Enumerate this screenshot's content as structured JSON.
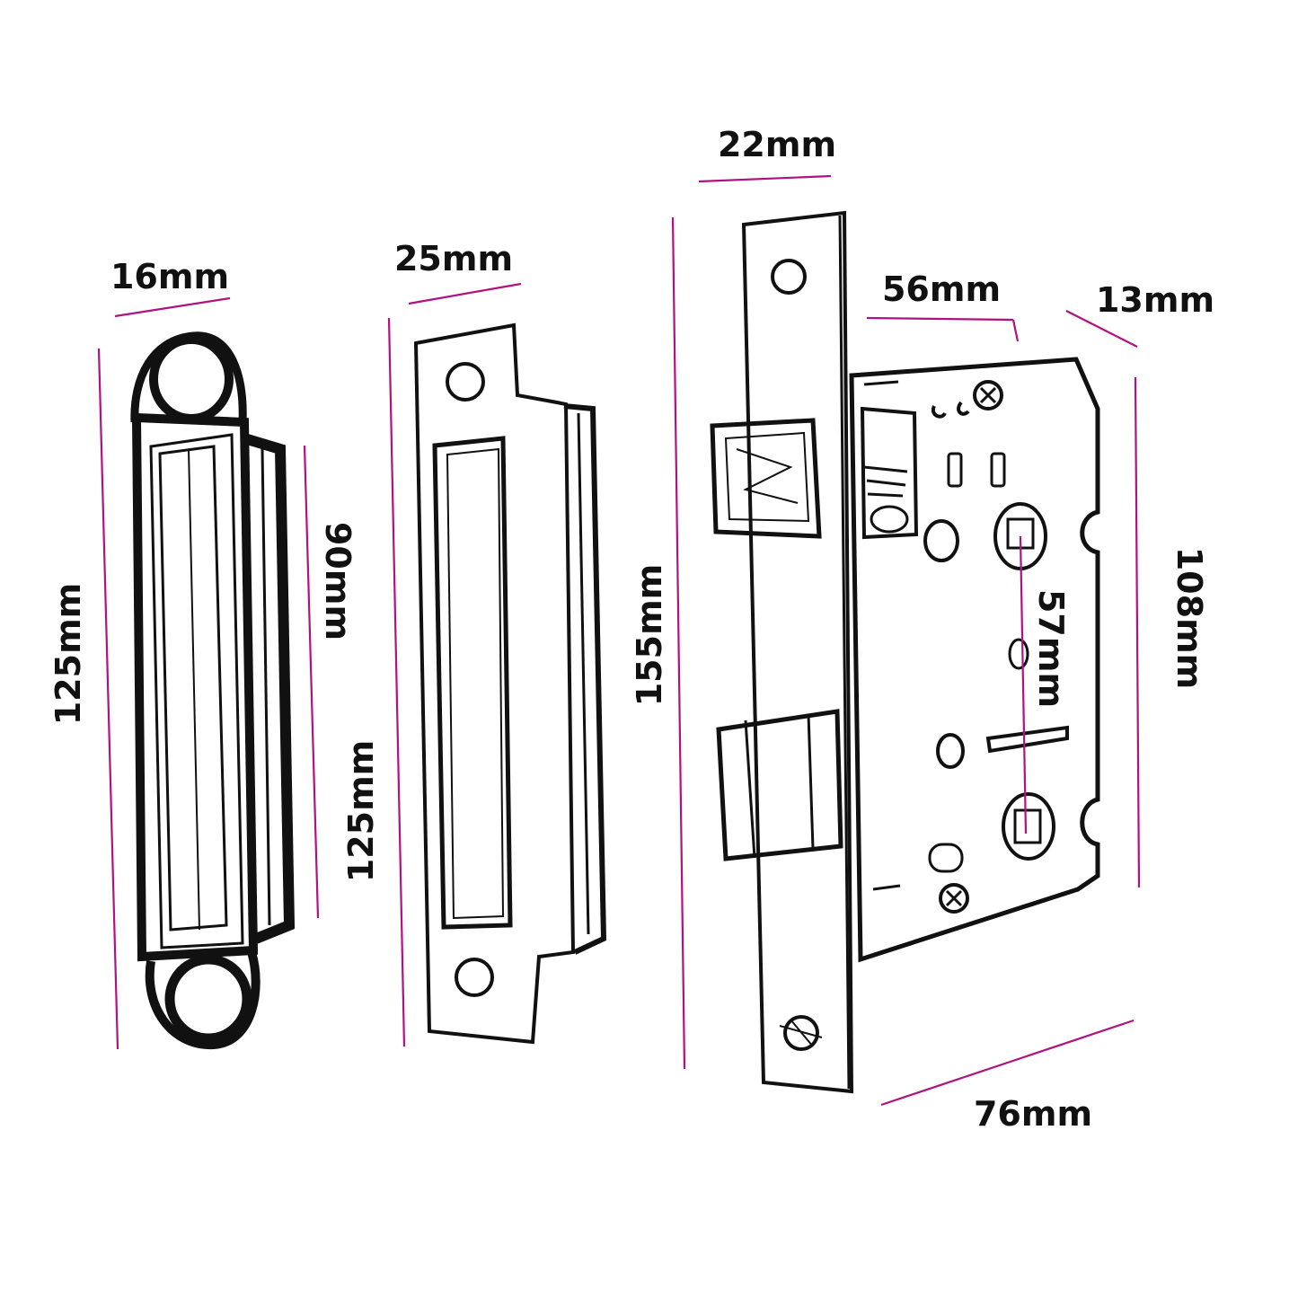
{
  "colors": {
    "dimension_line": "#b0127f",
    "ink": "#111111",
    "background": "#ffffff"
  },
  "dimensions": {
    "keep_width": "16mm",
    "keep_height": "125mm",
    "keep_recess_height": "90mm",
    "strike_width": "25mm",
    "strike_height": "125mm",
    "faceplate_width": "22mm",
    "faceplate_height": "155mm",
    "backset": "56mm",
    "case_depth": "13mm",
    "case_height": "108mm",
    "centres": "57mm",
    "case_length": "76mm"
  }
}
